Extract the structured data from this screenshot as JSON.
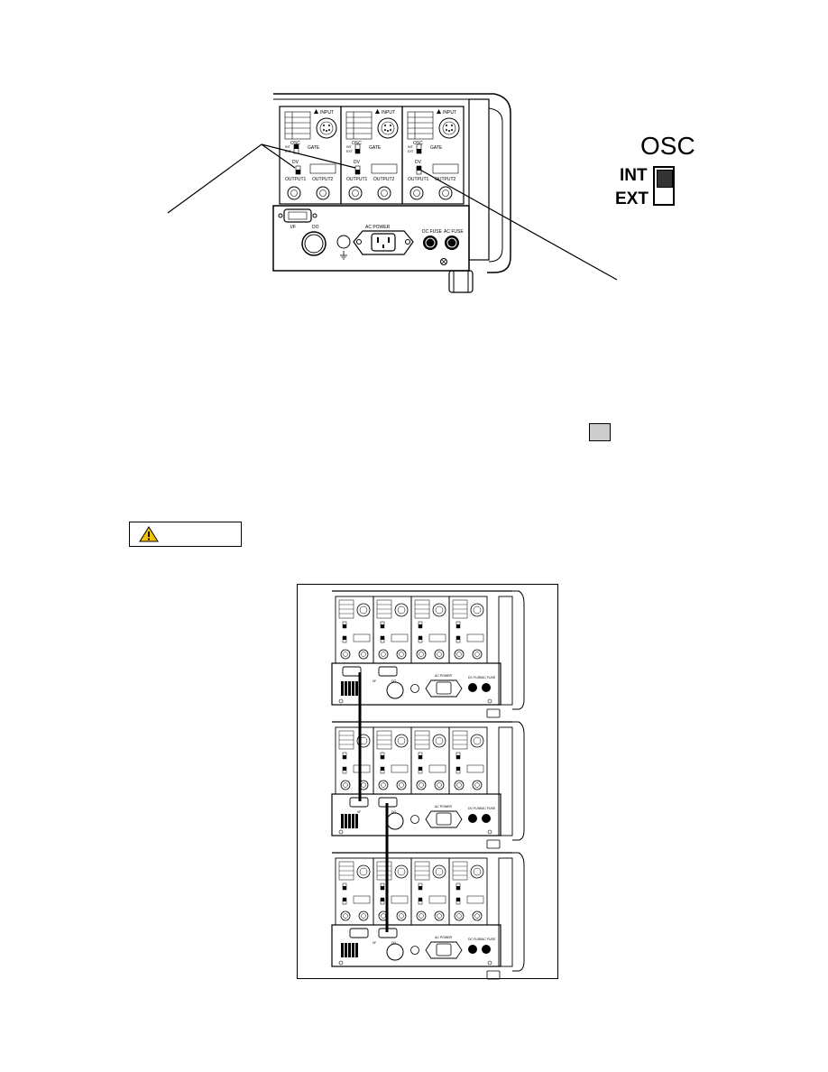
{
  "figure1": {
    "modules": [
      {
        "input_label": "INPUT",
        "osc_label": "OSC",
        "gate_label": "GATE",
        "int_label": "INT",
        "ext_label": "EXT",
        "dv_label": "DV",
        "output1_label": "OUTPUT1",
        "output2_label": "OUTPUT2"
      },
      {
        "input_label": "INPUT",
        "osc_label": "OSC",
        "gate_label": "GATE",
        "int_label": "INT",
        "ext_label": "EXT",
        "dv_label": "DV",
        "output1_label": "OUTPUT1",
        "output2_label": "OUTPUT2"
      },
      {
        "input_label": "INPUT",
        "osc_label": "OSC",
        "gate_label": "GATE",
        "int_label": "INT",
        "ext_label": "EXT",
        "dv_label": "DV",
        "output1_label": "OUTPUT1",
        "output2_label": "OUTPUT2"
      }
    ],
    "panel": {
      "if_label": "I/F",
      "do_label": "DO",
      "ac_power_label": "AC POWER",
      "dc_fuse_label": "DC FUSE",
      "ac_fuse_label": "AC FUSE"
    }
  },
  "osc_legend": {
    "title": "OSC",
    "int_label": "INT",
    "ext_label": "EXT"
  },
  "caution": {
    "label": "",
    "icon": "warning-triangle-icon",
    "icon_color": "#f2c200"
  },
  "figure2": {
    "units": [
      {
        "if_label": "I/F",
        "do_label": "DO",
        "ac_power_label": "AC POWER",
        "dc_fuse_label": "DC FUSE",
        "ac_fuse_label": "AC FUSE"
      },
      {
        "if_label": "I/F",
        "do_label": "DO",
        "ac_power_label": "AC POWER",
        "dc_fuse_label": "DC FUSE",
        "ac_fuse_label": "AC FUSE"
      },
      {
        "if_label": "I/F",
        "do_label": "DO",
        "ac_power_label": "AC POWER",
        "dc_fuse_label": "DC FUSE",
        "ac_fuse_label": "AC FUSE"
      }
    ]
  }
}
